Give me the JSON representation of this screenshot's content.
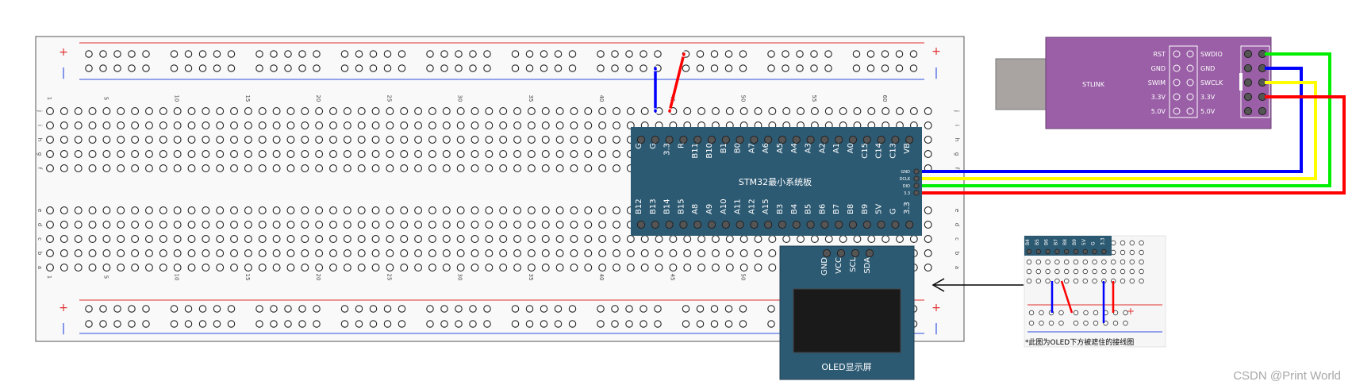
{
  "breadboard": {
    "plus": "+",
    "minus": "|",
    "columns": 63,
    "column_numbers": [
      "1",
      "5",
      "10",
      "15",
      "20",
      "25",
      "30",
      "35",
      "40",
      "45",
      "50",
      "55",
      "60"
    ],
    "row_letters_top": [
      "j",
      "i",
      "h",
      "g",
      "f"
    ],
    "row_letters_bottom": [
      "e",
      "d",
      "c",
      "b",
      "a"
    ]
  },
  "stm32": {
    "title": "STM32最小系统板",
    "top_pins": [
      "G",
      "G",
      "3.3",
      "R",
      "B11",
      "B10",
      "B1",
      "B0",
      "A7",
      "A6",
      "A5",
      "A4",
      "A3",
      "A2",
      "A1",
      "A0",
      "C15",
      "C14",
      "C13",
      "VB"
    ],
    "bottom_pins": [
      "B12",
      "B13",
      "B14",
      "B15",
      "A8",
      "A9",
      "A10",
      "A11",
      "A12",
      "A15",
      "B3",
      "B4",
      "B5",
      "B6",
      "B7",
      "B8",
      "B9",
      "5V",
      "G",
      "3.3"
    ],
    "swd_pins": [
      "GND",
      "DCLK",
      "DIO",
      "3.3"
    ]
  },
  "oled": {
    "title": "OLED显示屏",
    "pins": [
      "GND",
      "VCC",
      "SCL",
      "SDA"
    ]
  },
  "stlink": {
    "label": "STLINK",
    "left_labels": [
      "RST",
      "GND",
      "SWIM",
      "3.3V",
      "5.0V"
    ],
    "right_labels": [
      "SWDIO",
      "GND",
      "SWCLK",
      "3.3V",
      "5.0V"
    ]
  },
  "inset": {
    "caption": "*此图为OLED下方被遮住的接线图",
    "pins": [
      "B4",
      "B5",
      "B6",
      "B7",
      "B8",
      "B9",
      "5V",
      "G",
      "3.3"
    ]
  },
  "watermark": "CSDN @Print World",
  "colors": {
    "board_bg": "#f9f9f9",
    "module_blue": "#2d5a73",
    "stlink_purple": "#9a5fa6",
    "wire_red": "#ff0000",
    "wire_blue": "#0000ff",
    "wire_green": "#00ee00",
    "wire_yellow": "#ffff00"
  }
}
